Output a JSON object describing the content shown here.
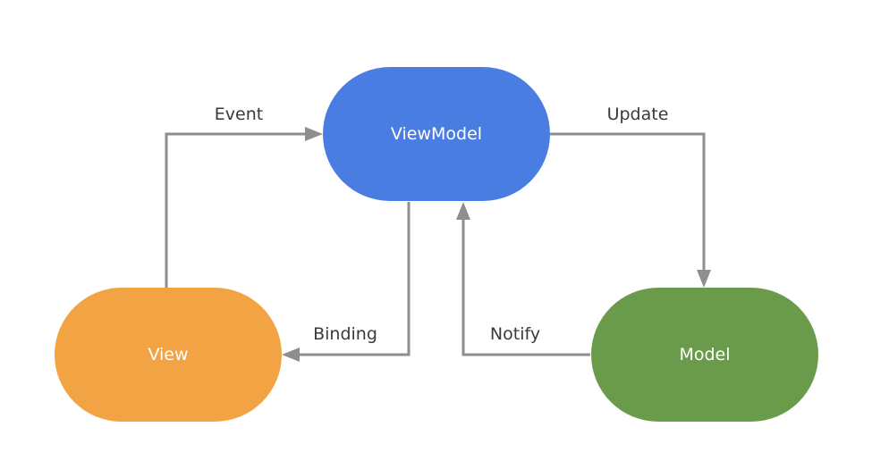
{
  "nodes": {
    "viewmodel": {
      "label": "ViewModel",
      "color": "#4a7de2"
    },
    "view": {
      "label": "View",
      "color": "#f2a444"
    },
    "model": {
      "label": "Model",
      "color": "#6a9b4a"
    }
  },
  "edges": {
    "event": {
      "label": "Event"
    },
    "update": {
      "label": "Update"
    },
    "binding": {
      "label": "Binding"
    },
    "notify": {
      "label": "Notify"
    }
  },
  "colors": {
    "connector": "#8e8e8e",
    "edge_text": "#3a3a3a",
    "node_text": "#ffffff"
  }
}
